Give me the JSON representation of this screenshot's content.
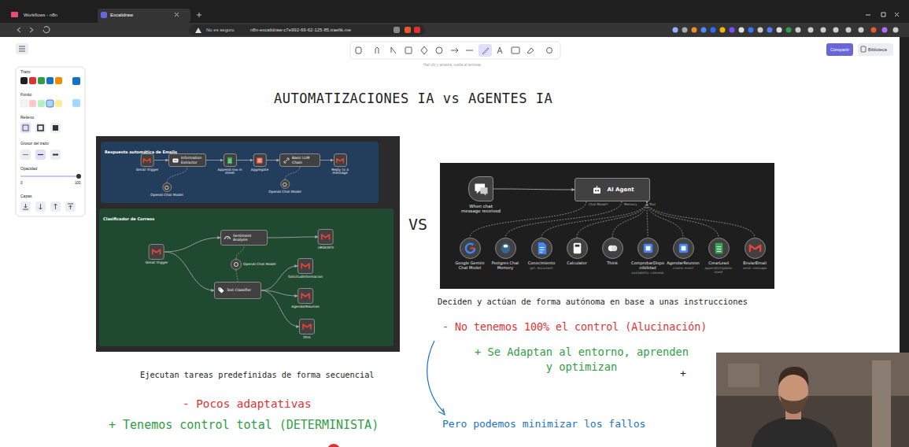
{
  "diagram": {
    "title": "AUTOMATIZACIONES IA vs AGENTES IA",
    "nodes": [
      {
        "text": [
          "Respuesta automática de Emails"
        ]
      },
      {
        "text": [
          "Gmail Trigger"
        ],
        "in": 0
      },
      {
        "text": [
          "Information Extractor"
        ],
        "in": 0
      },
      {
        "text": [
          "Append row in sheet"
        ],
        "in": 0
      },
      {
        "text": [
          "Aggregate"
        ],
        "in": 0
      },
      {
        "text": [
          "Basic LLM Chain"
        ],
        "in": 0
      },
      {
        "text": [
          "Reply to a message"
        ],
        "in": 0
      },
      {
        "text": [
          "OpenAI Chat Model"
        ],
        "in": 0
      },
      {
        "text": [
          "OpenAI Chat Model"
        ],
        "in": 0
      },
      {
        "text": [
          "Clasificador de Correos"
        ]
      },
      {
        "text": [
          "Gmail Trigger"
        ],
        "in": 9
      },
      {
        "text": [
          "Sentiment Analysis"
        ],
        "in": 9
      },
      {
        "text": [
          "URGENTE"
        ],
        "in": 9
      },
      {
        "text": [
          "OpenAI Chat Model"
        ],
        "in": 9
      },
      {
        "text": [
          "Text Classifier"
        ],
        "in": 9
      },
      {
        "text": [
          "SolicitudInformacion"
        ],
        "in": 9
      },
      {
        "text": [
          "AgendarReunion"
        ],
        "in": 9
      },
      {
        "text": [
          "Otro"
        ],
        "in": 9
      },
      {
        "text": [
          "When chat message received"
        ]
      },
      {
        "text": [
          "AI Agent"
        ]
      },
      {
        "text": [
          "Google Gemini Chat Model"
        ]
      },
      {
        "text": [
          "Postgres Chat Memory"
        ]
      },
      {
        "text": [
          "Conocimiento",
          "get: document"
        ]
      },
      {
        "text": [
          "Calculator"
        ]
      },
      {
        "text": [
          "Think"
        ]
      },
      {
        "text": [
          "ComprobarDisponibilidad",
          "availability: calendar"
        ]
      },
      {
        "text": [
          "AgendarReunion",
          "create: event"
        ]
      },
      {
        "text": [
          "CrearLead",
          "appendOrUpdate: sheet"
        ]
      },
      {
        "text": [
          "EnviarEmail",
          "send: message"
        ]
      }
    ],
    "edges": [
      {
        "from": 1,
        "to": 2,
        "arrow": "to"
      },
      {
        "from": 2,
        "to": 3,
        "arrow": "to"
      },
      {
        "from": 3,
        "to": 4,
        "arrow": "to"
      },
      {
        "from": 4,
        "to": 5,
        "arrow": "to"
      },
      {
        "from": 5,
        "to": 6,
        "arrow": "to"
      },
      {
        "from": 7,
        "to": 2,
        "arrow": "none"
      },
      {
        "from": 8,
        "to": 5,
        "arrow": "none"
      },
      {
        "from": 10,
        "to": 11,
        "arrow": "to"
      },
      {
        "from": 10,
        "to": 14,
        "arrow": "to"
      },
      {
        "from": 11,
        "to": 12,
        "arrow": "to"
      },
      {
        "from": 13,
        "to": 11,
        "arrow": "none"
      },
      {
        "from": 13,
        "to": 14,
        "arrow": "none"
      },
      {
        "from": 14,
        "to": 15,
        "arrow": "to"
      },
      {
        "from": 14,
        "to": 16,
        "arrow": "to"
      },
      {
        "from": 14,
        "to": 17,
        "arrow": "to"
      },
      {
        "from": 18,
        "to": 19,
        "arrow": "to"
      },
      {
        "from": 19,
        "to": 20,
        "arrow": "none"
      },
      {
        "from": 19,
        "to": 21,
        "arrow": "none"
      },
      {
        "from": 19,
        "to": 22,
        "arrow": "none"
      },
      {
        "from": 19,
        "to": 23,
        "arrow": "none"
      },
      {
        "from": 19,
        "to": 24,
        "arrow": "none"
      },
      {
        "from": 19,
        "to": 25,
        "arrow": "none"
      },
      {
        "from": 19,
        "to": 26,
        "arrow": "none"
      },
      {
        "from": 19,
        "to": 27,
        "arrow": "none"
      },
      {
        "from": 19,
        "to": 28,
        "arrow": "none"
      }
    ],
    "labels": [
      "Workflows - n8n",
      "Excalidraw",
      "No es seguro",
      "n8n-excalidraw-c7e992-69-62-125-85.traefik.me",
      "Haz clic y arrastra, suelta al terminar",
      "Compartir",
      "Biblioteca",
      "Trazo",
      "Fondo",
      "Relleno",
      "Grosor del trazo",
      "Opacidad",
      "0",
      "100",
      "Capas",
      "Chat Model*",
      "Memory",
      "Tool",
      "VS",
      "Ejecutan tareas predefinidas de forma secuencial",
      "- Pocos adaptativas",
      "+ Tenemos control total (DETERMINISTA)",
      "Deciden y actúan de forma autónoma en base a unas instrucciones",
      "- No tenemos 100% el control (Alucinación)",
      "+ Se Adaptan al entorno, aprenden y optimizan",
      "+",
      "Pero podemos minimizar los fallos"
    ]
  }
}
